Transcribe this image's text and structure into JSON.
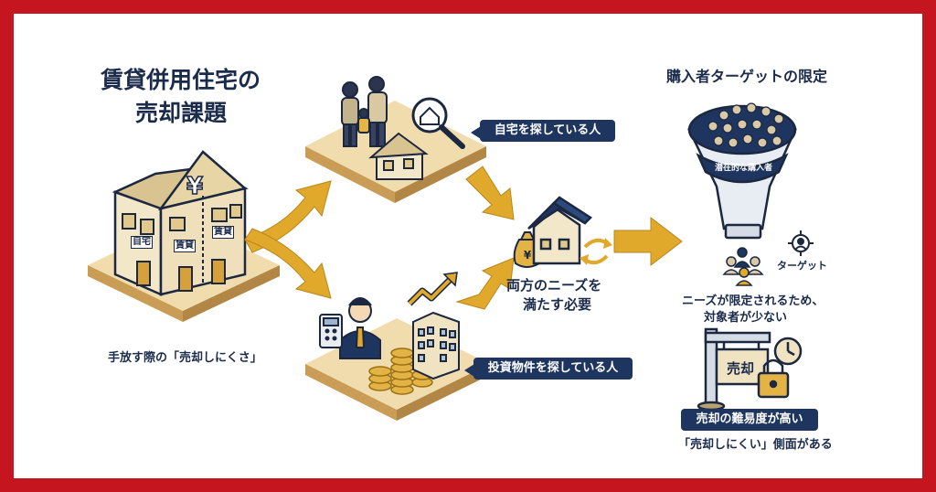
{
  "title": {
    "line1": "賃貸併用住宅の",
    "line2": "売却課題"
  },
  "house_labels": {
    "jitaku": "自宅",
    "chintai_left": "賃貸",
    "chintai_right": "賃貸"
  },
  "caption_left": "手放す際の「売却しにくさ」",
  "top_pill": "自宅を探している人",
  "bottom_pill": "投資物件を探している人",
  "center_text": {
    "line1": "両方のニーズを",
    "line2": "満たす必要"
  },
  "right_title": "購入者ターゲットの限定",
  "funnel_label": "潜在的な購入者",
  "target_label": "ターゲット",
  "right_text": {
    "line1": "ニーズが限定されるため、",
    "line2": "対象者が少ない"
  },
  "sign_label": "売却",
  "difficulty_pill": "売却の難易度が高い",
  "bottom_caption": "「売却しにくい」側面がある",
  "colors": {
    "frame": "#c5161f",
    "navy": "#1e3560",
    "gold": "#e0a92c",
    "platform": "#efd9ab",
    "house": "#f2e6c8"
  }
}
